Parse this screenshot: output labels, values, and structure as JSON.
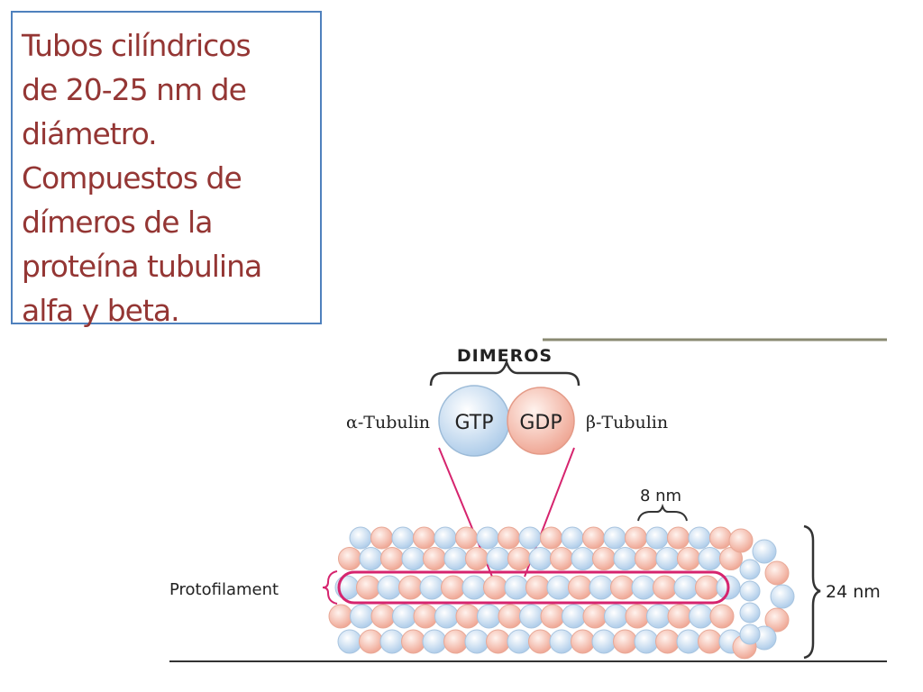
{
  "text_box": {
    "lines": [
      "Tubos cilíndricos",
      "de 20-25 nm de",
      "diámetro.",
      "Compuestos de",
      "dímeros de la",
      "proteína tubulina",
      "alfa y beta."
    ]
  },
  "diagram": {
    "dimer_heading": "DIMEROS",
    "alpha_label": "α-Tubulin",
    "beta_label": "β-Tubulin",
    "alpha_subunit_text": "GTP",
    "beta_subunit_text": "GDP",
    "spacing_label": "8 nm",
    "protofilament_label": "Protofilament",
    "diameter_label": "24 nm",
    "colors": {
      "alpha_fill": "#bcd6ee",
      "beta_fill": "#f4b7a6",
      "highlight": "#d6246e",
      "title_text": "#943634",
      "box_border": "#4f81bd"
    }
  }
}
